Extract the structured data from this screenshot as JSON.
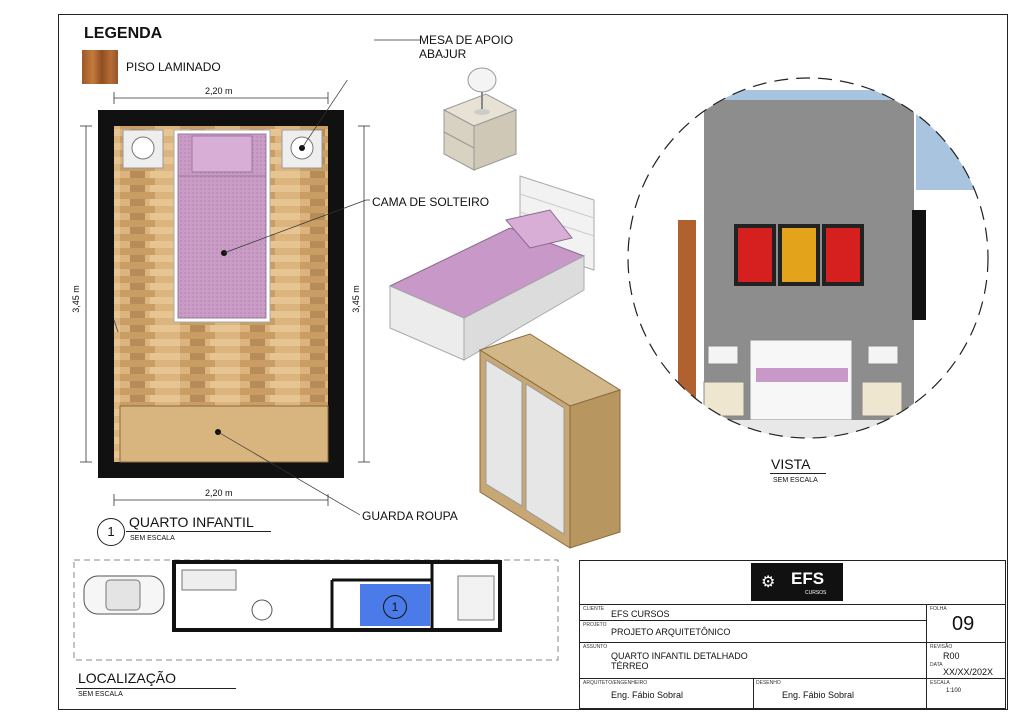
{
  "legend": {
    "title": "LEGENDA",
    "floor_label": "PISO LAMINADO"
  },
  "plan": {
    "dim_top": "2,20 m",
    "dim_bottom": "2,20 m",
    "dim_left": "3,45 m",
    "dim_right": "3,45 m",
    "view_number": "1",
    "view_title": "QUARTO INFANTIL",
    "view_scale": "SEM ESCALA"
  },
  "callouts": {
    "side_table_line1": "MESA DE APOIO",
    "side_table_line2": "ABAJUR",
    "bed": "CAMA DE SOLTEIRO",
    "wardrobe": "GUARDA ROUPA"
  },
  "vista": {
    "title": "VISTA",
    "scale": "SEM ESCALA"
  },
  "location": {
    "title": "LOCALIZAÇÃO",
    "scale": "SEM ESCALA",
    "room_marker": "1"
  },
  "title_block": {
    "logo_text": "EFS",
    "logo_sub": "CURSOS",
    "client_label": "CLIENTE",
    "client": "EFS CURSOS",
    "project_label": "PROJETO",
    "project": "PROJETO ARQUITETÔNICO",
    "subject_label": "ASSUNTO",
    "subject_line1": "QUARTO INFANTIL DETALHADO",
    "subject_line2": "TÉRREO",
    "architect_label": "ARQUITETO/ENGENHEIRO",
    "architect": "Eng. Fábio Sobral",
    "drawer_label": "DESENHO",
    "drawer": "Eng. Fábio Sobral",
    "sheet_label": "FOLHA",
    "sheet": "09",
    "revision_label": "REVISÃO",
    "revision": "R00",
    "date_label": "DATA",
    "date": "XX/XX/202X",
    "scale_label": "ESCALA",
    "scale": "1:100"
  },
  "colors": {
    "wall": "#111111",
    "floor": "#d9b27a",
    "bedding": "#c9a0c8",
    "highlight": "#4a7be8",
    "vista_wall": "#8d8d8d"
  }
}
